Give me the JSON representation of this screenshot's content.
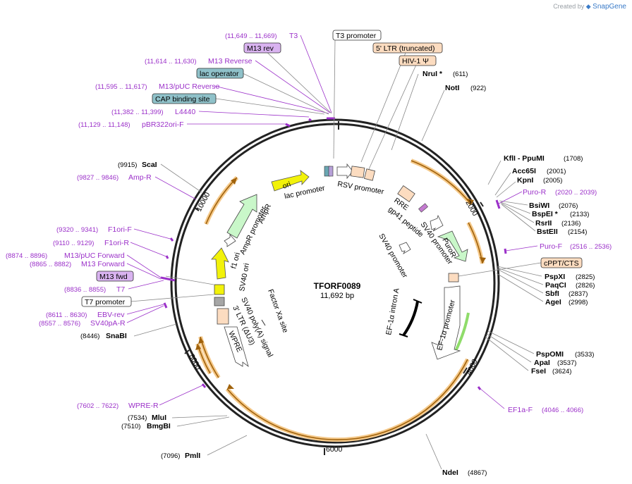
{
  "credit": {
    "prefix": "Created by",
    "brand": "SnapGene"
  },
  "plasmid": {
    "name": "TFORF0089",
    "size_label": "11,692 bp"
  },
  "ticks": [
    "2000",
    "4000",
    "6000",
    "8000",
    "10000"
  ],
  "enzymes": [
    {
      "name": "NruI *",
      "pos": "(611)"
    },
    {
      "name": "NotI",
      "pos": "(922)"
    },
    {
      "name": "KflI  - PpuMI",
      "pos": "(1708)"
    },
    {
      "name": "Acc65I",
      "pos": "(2001)"
    },
    {
      "name": "KpnI",
      "pos": "(2005)"
    },
    {
      "name": "BsiWI",
      "pos": "(2076)"
    },
    {
      "name": "BspEI *",
      "pos": "(2133)"
    },
    {
      "name": "RsrII",
      "pos": "(2136)"
    },
    {
      "name": "BstEII",
      "pos": "(2154)"
    },
    {
      "name": "PspXI",
      "pos": "(2825)"
    },
    {
      "name": "PaqCI",
      "pos": "(2826)"
    },
    {
      "name": "SbfI",
      "pos": "(2837)"
    },
    {
      "name": "AgeI",
      "pos": "(2998)"
    },
    {
      "name": "PspOMI",
      "pos": "(3533)"
    },
    {
      "name": "ApaI",
      "pos": "(3537)"
    },
    {
      "name": "FseI",
      "pos": "(3624)"
    },
    {
      "name": "NdeI",
      "pos": "(4867)"
    },
    {
      "name": "PmlI",
      "pos": "(7096)"
    },
    {
      "name": "BmgBI",
      "pos": "(7510)"
    },
    {
      "name": "MluI",
      "pos": "(7534)"
    },
    {
      "name": "SnaBI",
      "pos": "(8446)"
    },
    {
      "name": "ScaI",
      "pos": "(9915)"
    }
  ],
  "primers": [
    {
      "name": "T3",
      "pos": "(11,649 .. 11,669)"
    },
    {
      "name": "M13 Reverse",
      "pos": "(11,614 .. 11,630)"
    },
    {
      "name": "M13/pUC Reverse",
      "pos": "(11,595 .. 11,617)"
    },
    {
      "name": "L4440",
      "pos": "(11,382 .. 11,399)"
    },
    {
      "name": "pBR322ori-F",
      "pos": "(11,129 .. 11,148)"
    },
    {
      "name": "Amp-R",
      "pos": "(9827 .. 9846)"
    },
    {
      "name": "F1ori-F",
      "pos": "(9320 .. 9341)"
    },
    {
      "name": "F1ori-R",
      "pos": "(9110 .. 9129)"
    },
    {
      "name": "M13/pUC Forward",
      "pos": "(8874 .. 8896)"
    },
    {
      "name": "M13 Forward",
      "pos": "(8865 .. 8882)"
    },
    {
      "name": "T7",
      "pos": "(8836 .. 8855)"
    },
    {
      "name": "EBV-rev",
      "pos": "(8611 .. 8630)"
    },
    {
      "name": "SV40pA-R",
      "pos": "(8557 .. 8576)"
    },
    {
      "name": "WPRE-R",
      "pos": "(7602 .. 7622)"
    },
    {
      "name": "Puro-R",
      "pos": "(2020 .. 2039)"
    },
    {
      "name": "Puro-F",
      "pos": "(2516 .. 2536)"
    },
    {
      "name": "EF1a-F",
      "pos": "(4046 .. 4066)"
    }
  ],
  "boxed_labels": {
    "t3_promoter": "T3 promoter",
    "ltr5": "5' LTR (truncated)",
    "hiv": "HIV-1 Ψ",
    "m13rev": "M13 rev",
    "lac_operator": "lac operator",
    "cap": "CAP binding site",
    "cppt": "cPPT/CTS",
    "m13fwd": "M13 fwd",
    "t7_promoter": "T7 promoter"
  },
  "features": {
    "ori": "ori",
    "lac_promoter": "lac promoter",
    "rsv_promoter": "RSV promoter",
    "rre": "RRE",
    "gp41": "gp41 peptide",
    "sv40_promoter_1": "SV40 promoter",
    "sv40_promoter_2": "SV40 promoter",
    "puror": "PuroR",
    "ef1a_promoter": "EF-1α promoter",
    "ef1a_intron": "EF-1α intron A",
    "ampr": "AmpR",
    "ampr_promoter": "AmpR promoter",
    "f1_ori": "f1 ori",
    "sv40_ori": "SV40 ori",
    "factor_xa": "Factor Xa site",
    "sv40_polya": "SV40 poly(A) signal",
    "ltr3": "3' LTR (ΔU3)",
    "wpre": "WPRE"
  },
  "colors": {
    "backbone": "#222222",
    "orf_fill": "#f5c98a",
    "orf_stroke": "#a0620c",
    "primer": "#9b30c9",
    "primer_box": "#d9b3f0",
    "lac_box": "#8fc1c9",
    "ltr_box": "#fcdcc0",
    "ori_yellow": "#f2f20a",
    "ampr_green": "#c9f7c9",
    "puror_green": "#c9f7c9",
    "brand": "#3a7bc8"
  }
}
